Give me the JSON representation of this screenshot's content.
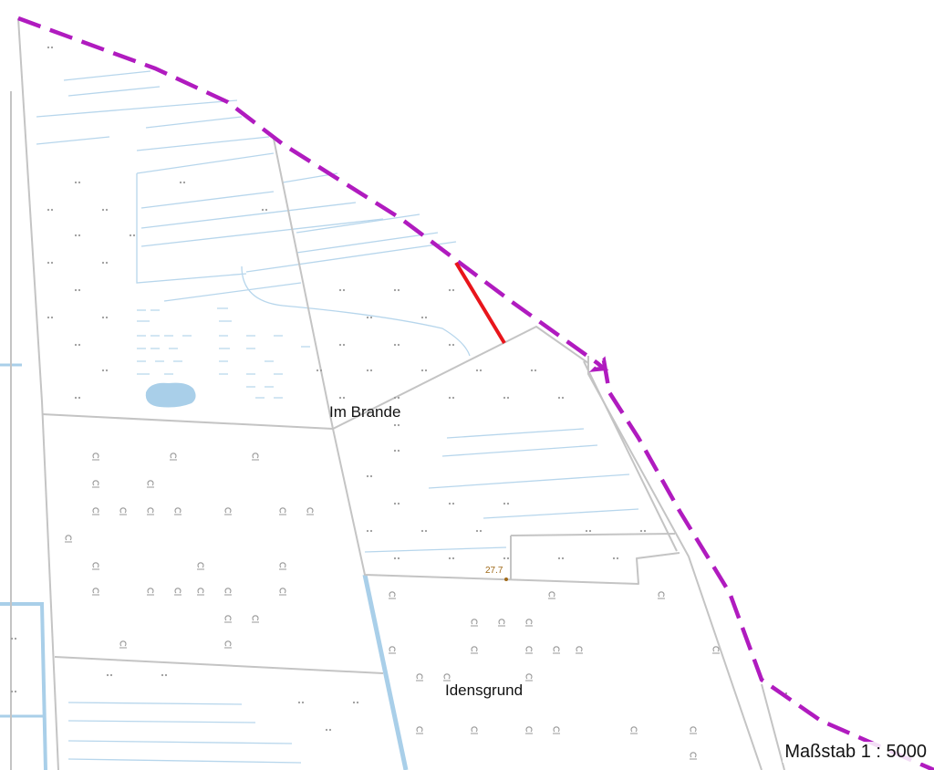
{
  "map": {
    "places": [
      {
        "name": "Im Brande"
      },
      {
        "name": "Idensgrund"
      }
    ],
    "spot_height": "27.7",
    "scale_text": "Maßstab 1 : 5000",
    "colors": {
      "boundary": "#b01bbf",
      "marked_segment": "#e8151b",
      "parcel_lines": "#c4c4c4",
      "ditches": "#b7d6ec",
      "water": "#a9cfe9",
      "symbols": "#9a9a9a"
    }
  }
}
